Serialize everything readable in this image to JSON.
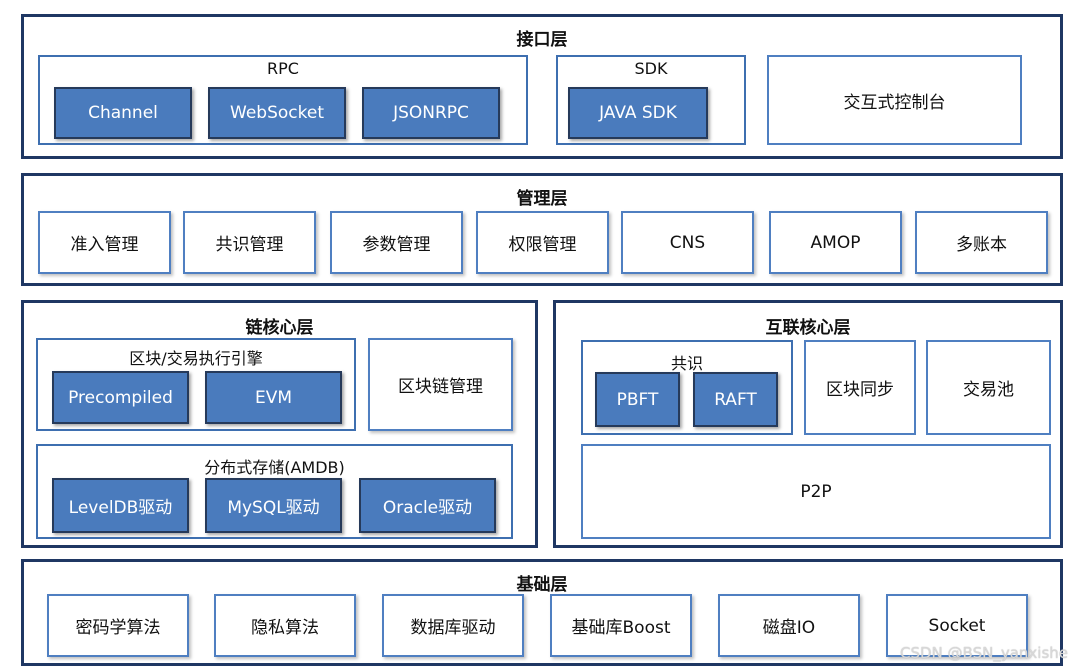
{
  "interface_layer": {
    "title": "接口层",
    "rpc": {
      "title": "RPC",
      "items": [
        "Channel",
        "WebSocket",
        "JSONRPC"
      ]
    },
    "sdk": {
      "title": "SDK",
      "items": [
        "JAVA SDK"
      ]
    },
    "console": "交互式控制台"
  },
  "management_layer": {
    "title": "管理层",
    "items": [
      "准入管理",
      "共识管理",
      "参数管理",
      "权限管理",
      "CNS",
      "AMOP",
      "多账本"
    ]
  },
  "chain_core_layer": {
    "title": "链核心层",
    "engine": {
      "title": "区块/交易执行引擎",
      "items": [
        "Precompiled",
        "EVM"
      ]
    },
    "block_mgmt": "区块链管理",
    "storage": {
      "title": "分布式存储(AMDB)",
      "items": [
        "LevelDB驱动",
        "MySQL驱动",
        "Oracle驱动"
      ]
    }
  },
  "interconnect_core_layer": {
    "title": "互联核心层",
    "consensus": {
      "title": "共识",
      "items": [
        "PBFT",
        "RAFT"
      ]
    },
    "block_sync": "区块同步",
    "tx_pool": "交易池",
    "p2p": "P2P"
  },
  "base_layer": {
    "title": "基础层",
    "items": [
      "密码学算法",
      "隐私算法",
      "数据库驱动",
      "基础库Boost",
      "磁盘IO",
      "Socket"
    ]
  },
  "watermark": "CSDN @BSN_yanxishe"
}
